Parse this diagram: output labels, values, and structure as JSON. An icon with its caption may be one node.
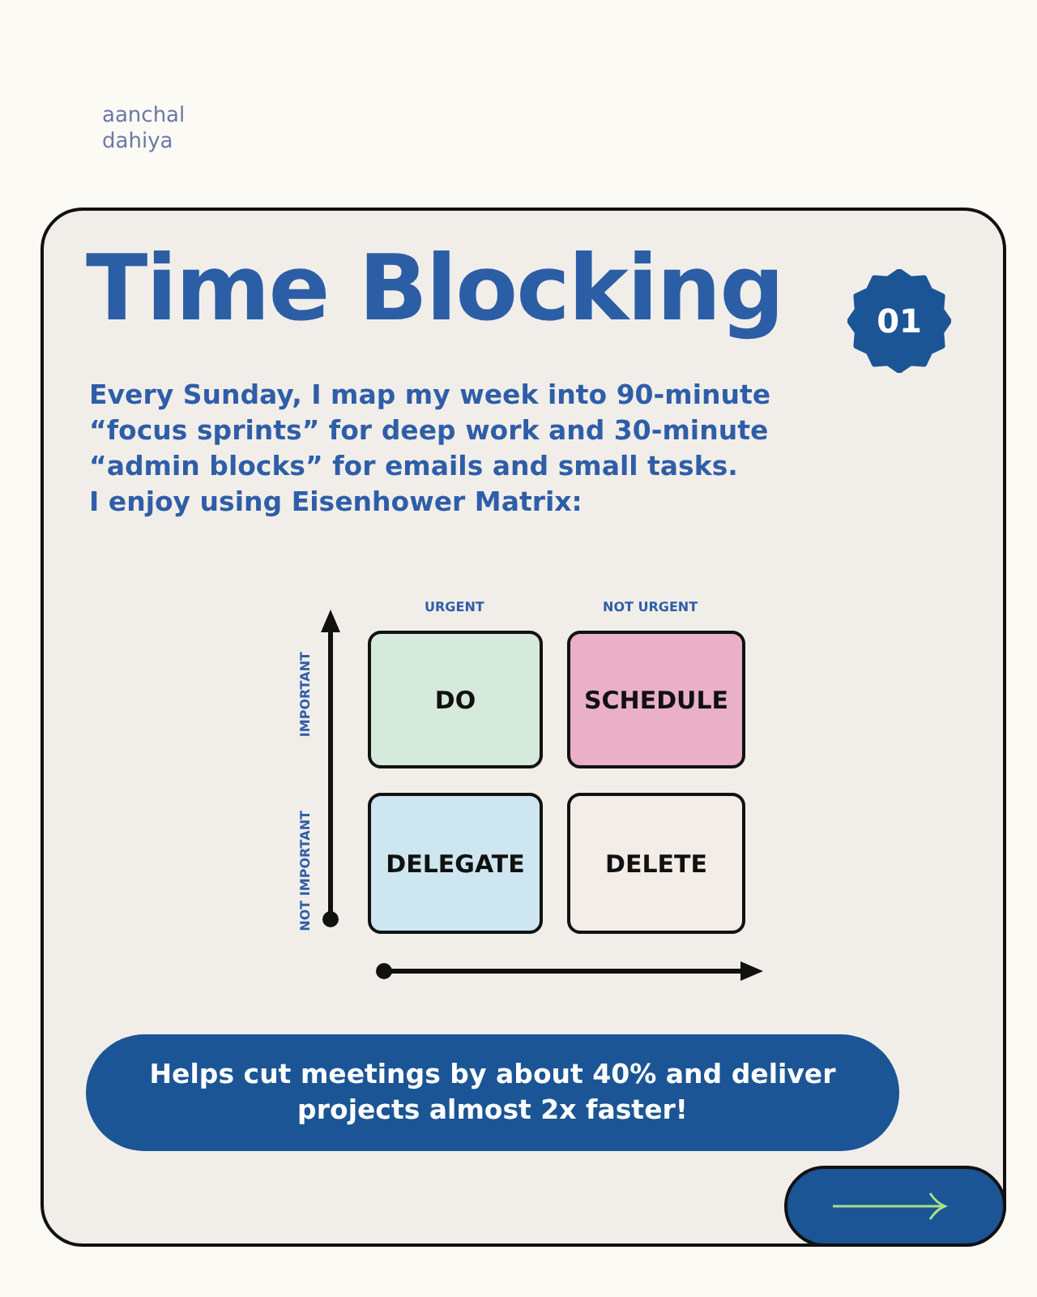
{
  "diagram": {
    "title": "Time Blocking",
    "nodes": [
      {
        "text": [
          "01"
        ]
      },
      {
        "text": [
          "DO"
        ]
      },
      {
        "text": [
          "SCHEDULE"
        ]
      },
      {
        "text": [
          "DELEGATE"
        ]
      },
      {
        "text": [
          "DELETE"
        ]
      },
      {
        "text": [
          "Helps cut meetings by about 40% and deliver projects almost 2x faster!"
        ]
      }
    ],
    "labels": [
      "aanchal dahiya",
      "Every Sunday, I map my week into 90-minute “focus sprints” for deep work and 30-minute “admin blocks” for emails and small tasks.",
      "I enjoy using Eisenhower Matrix:",
      "URGENT",
      "NOT URGENT",
      "IMPORTANT",
      "NOT IMPORTANT"
    ]
  }
}
